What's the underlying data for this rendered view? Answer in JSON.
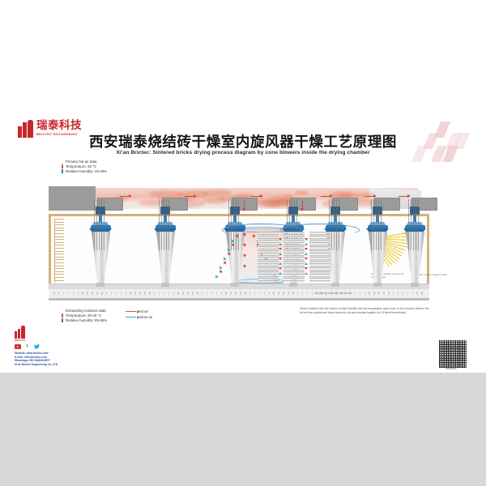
{
  "brand": {
    "logo_cn": "瑞泰科技",
    "logo_en": "BRICTEC ENGINEERING",
    "footer_en": "BRICTEC"
  },
  "title": {
    "cn": "西安瑞泰烧结砖干燥室内旋风器干燥工艺原理图",
    "en": "Xi'an Brictec: Sintered bricks drying process diagram by cone blowers inside the drying chamber"
  },
  "top_info": {
    "heading": "Primary hot air data",
    "temperature": "Temperature:  90 °C",
    "humidity": "Relative humidity:  20-30%"
  },
  "bottom_info": {
    "heading": "Exhausting moisture data",
    "temperature": "Temperature:  30-40 °C",
    "humidity": "Relative humidity:  85-95%"
  },
  "legend": {
    "hot_air": "Hot air",
    "indoor_air": "Indoor air",
    "hot_color": "#e0534a",
    "indoor_color": "#3aacc4"
  },
  "diagram": {
    "channel_label": "Moisture-exhaust channel",
    "note_left": "Air volume supply volume for over 11 times",
    "note_right": "Air flow covers range of 120°",
    "fan_angle_label": "120°"
  },
  "paragraph": "Heavy moisture with the feature of high humidity and low temperature goes down to the exhaust channel, the hot air from outside and indoor warm air mix and circulate together for 11 times theoretically.",
  "footer": {
    "website": "Website: www.brictec.com",
    "email": "E-mail: info@brictec.com",
    "whatsapp": "WhatsApp:+86 18182640577",
    "company": "Xi'an Brictec Engineering Co.,LTD"
  },
  "qr": {
    "label": "WhatsApp"
  },
  "colors": {
    "brand_red": "#c8262b",
    "wall": "#d6b176",
    "blower_blue": "#2e79b3",
    "accent_yellow": "#f0c419"
  }
}
